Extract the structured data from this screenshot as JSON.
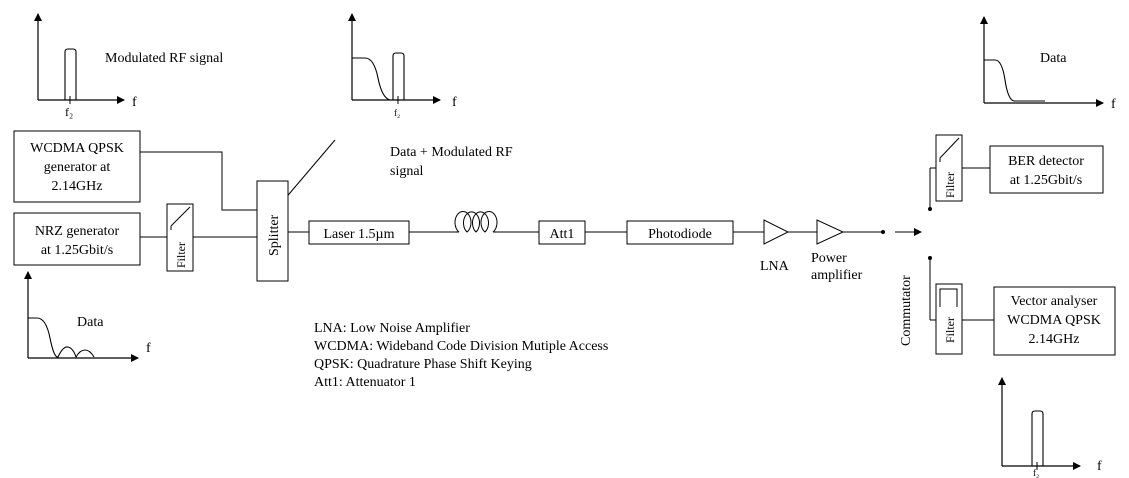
{
  "blocks": {
    "wcdma_gen": [
      "WCDMA QPSK",
      "generator at",
      "2.14GHz"
    ],
    "nrz_gen": [
      "NRZ generator",
      "at 1.25Gbit/s"
    ],
    "filter": "Filter",
    "splitter": "Splitter",
    "laser": "Laser 1.5µm",
    "att1": "Att1",
    "photodiode": "Photodiode",
    "lna": "LNA",
    "power_amp": [
      "Power",
      "amplifier"
    ],
    "commutator": "Commutator",
    "ber": [
      "BER detector",
      "at 1.25Gbit/s"
    ],
    "vector": [
      "Vector analyser",
      "WCDMA QPSK",
      "2.14GHz"
    ]
  },
  "spectra": {
    "modulated_title": "Modulated RF signal",
    "combined_title": [
      "Data + Modulated RF",
      "signal"
    ],
    "data_title": "Data",
    "axis_f": "f",
    "tick_f2": "f₂"
  },
  "legend": [
    "LNA: Low Noise Amplifier",
    "WCDMA: Wideband Code Division Mutiple Access",
    "QPSK: Quadrature Phase Shift Keying",
    "Att1: Attenuator 1"
  ]
}
